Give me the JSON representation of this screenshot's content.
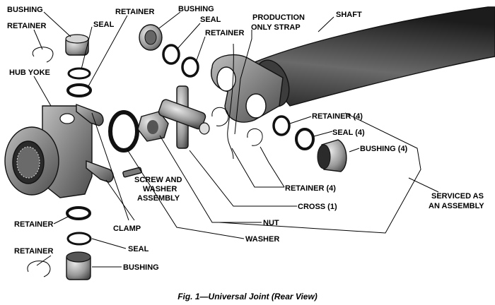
{
  "labels": {
    "bushing_top": "BUSHING",
    "retainer_top_left": "RETAINER",
    "seal_top_left": "SEAL",
    "retainer_top_mid": "RETAINER",
    "bushing_top_mid": "BUSHING",
    "seal_top_mid": "SEAL",
    "retainer_top_mid2": "RETAINER",
    "production_strap_line1": "PRODUCTION",
    "production_strap_line2": "ONLY STRAP",
    "shaft": "SHAFT",
    "hub_yoke": "HUB YOKE",
    "retainer_4_upper": "RETAINER (4)",
    "seal_4": "SEAL (4)",
    "bushing_4": "BUSHING (4)",
    "retainer_4_lower": "RETAINER (4)",
    "screw_line1": "SCREW AND",
    "screw_line2": "WASHER",
    "screw_line3": "ASSEMBLY",
    "serviced_line1": "SERVICED AS",
    "serviced_line2": "AN ASSEMBLY",
    "cross": "CROSS (1)",
    "nut": "NUT",
    "washer": "WASHER",
    "retainer_bottom_left": "RETAINER",
    "clamp": "CLAMP",
    "seal_bottom": "SEAL",
    "retainer_bottom_left2": "RETAINER",
    "bushing_bottom": "BUSHING"
  },
  "caption": "Fig. 1—Universal Joint (Rear View)"
}
